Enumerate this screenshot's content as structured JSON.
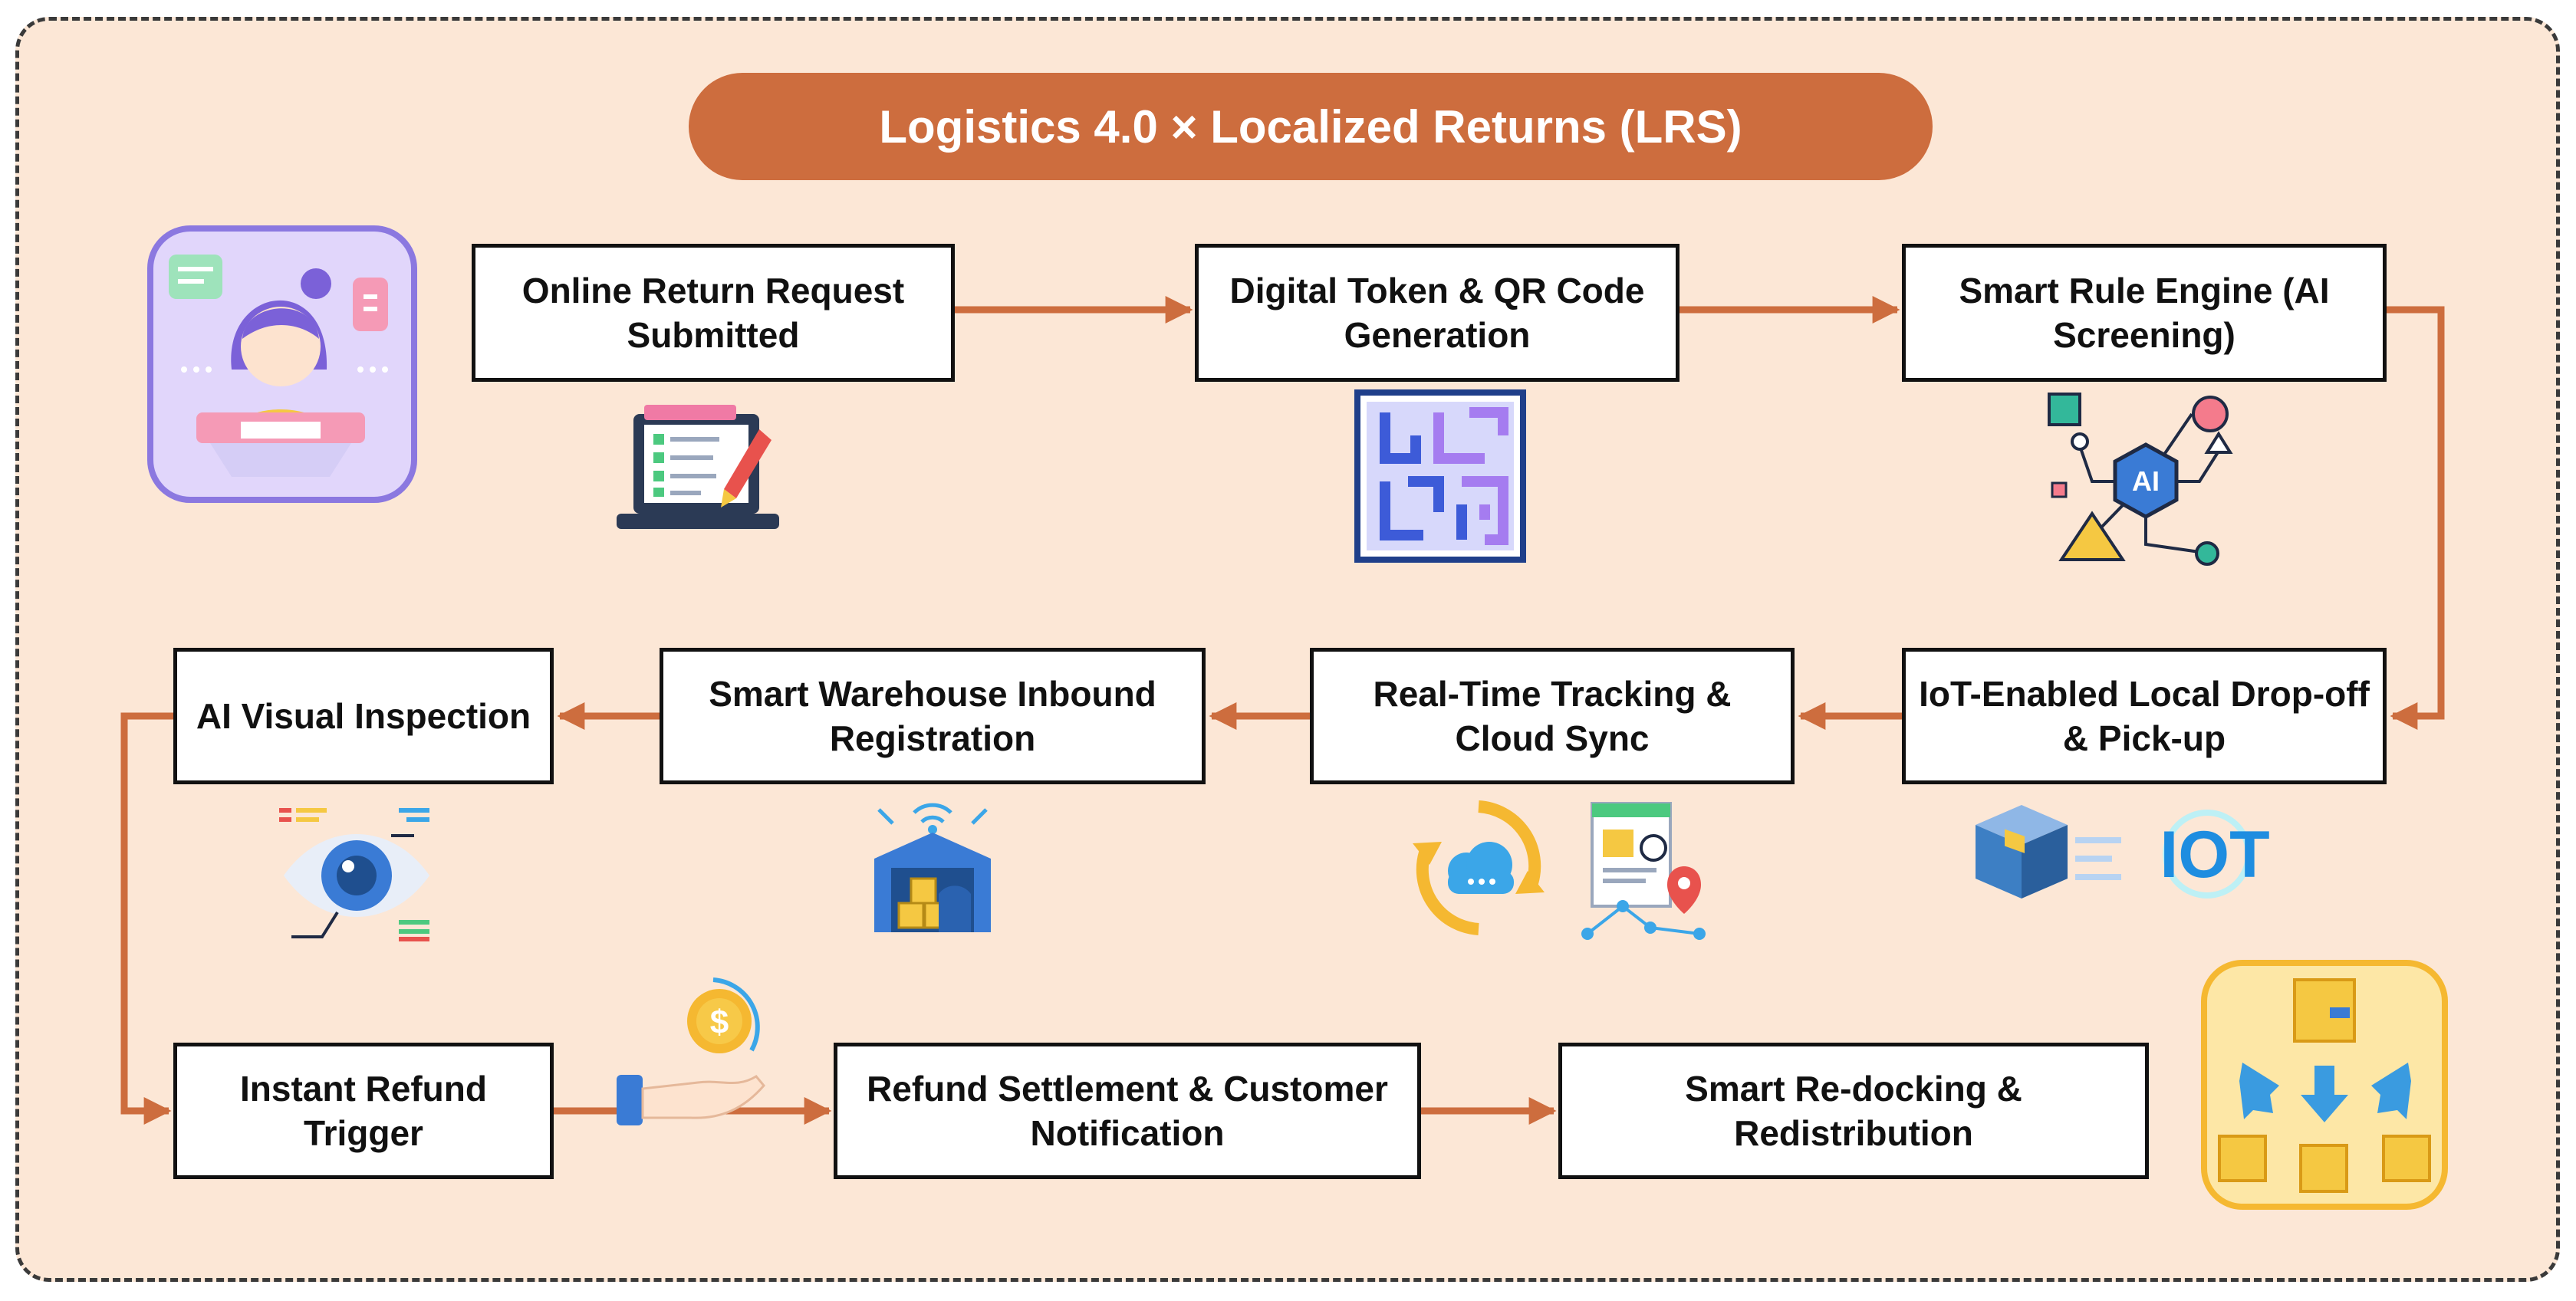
{
  "title": "Logistics 4.0 × Localized Returns (LRS)",
  "colors": {
    "background": "#fce7d6",
    "accent": "#cd6d3e",
    "border": "#111111",
    "frame_border": "#3a3a3a"
  },
  "steps": [
    {
      "id": "s1",
      "label": "Online Return Request Submitted"
    },
    {
      "id": "s2",
      "label": "Digital Token & QR Code Generation"
    },
    {
      "id": "s3",
      "label": "Smart Rule Engine (AI Screening)"
    },
    {
      "id": "s4",
      "label": "IoT-Enabled Local Drop-off & Pick-up"
    },
    {
      "id": "s5",
      "label": "Real-Time Tracking & Cloud Sync"
    },
    {
      "id": "s6",
      "label": "Smart Warehouse Inbound Registration"
    },
    {
      "id": "s7",
      "label": "AI Visual Inspection"
    },
    {
      "id": "s8",
      "label": "Instant Refund Trigger"
    },
    {
      "id": "s9",
      "label": "Refund Settlement & Customer Notification"
    },
    {
      "id": "s10",
      "label": "Smart Re-docking & Redistribution"
    }
  ],
  "icons": {
    "iot_badge": "IOT",
    "ai_badge": "AI",
    "dollar_badge": "$"
  }
}
